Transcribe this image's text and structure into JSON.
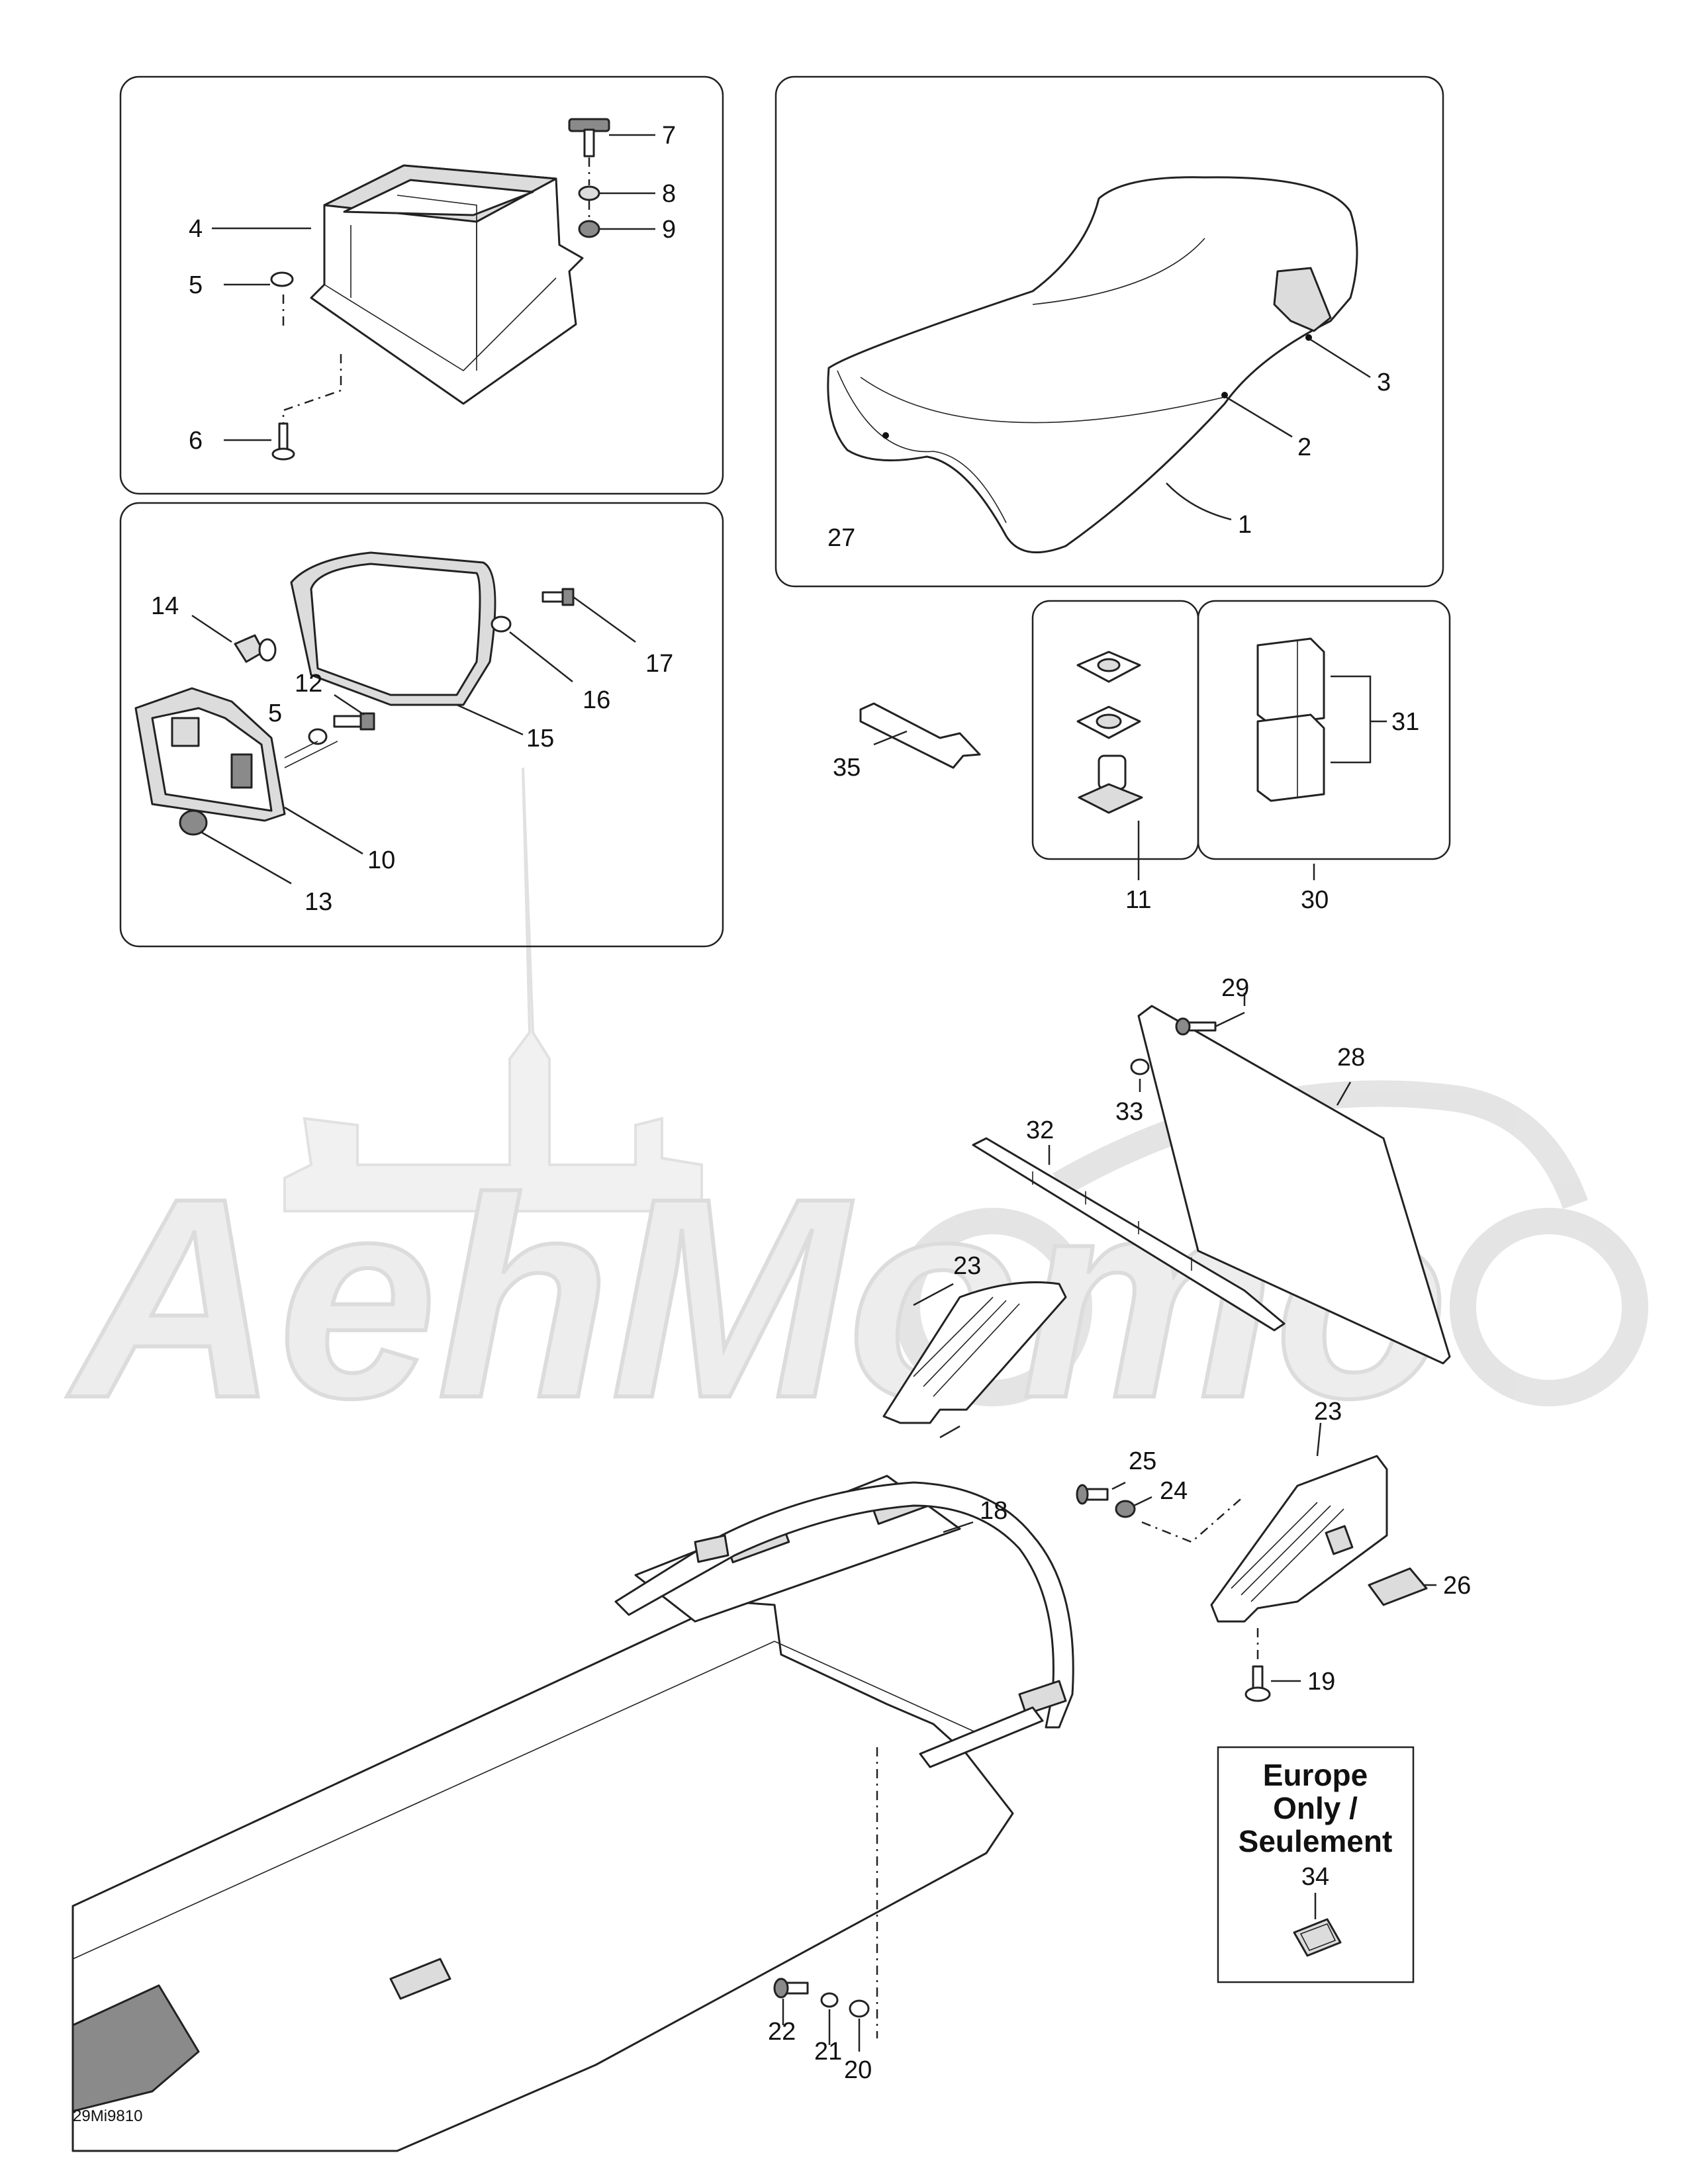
{
  "diagram": {
    "callouts": [
      "1",
      "2",
      "3",
      "4",
      "5",
      "6",
      "7",
      "8",
      "9",
      "10",
      "11",
      "12",
      "13",
      "14",
      "15",
      "16",
      "17",
      "18",
      "19",
      "20",
      "21",
      "22",
      "23",
      "24",
      "25",
      "26",
      "27",
      "28",
      "29",
      "30",
      "31",
      "32",
      "33",
      "34",
      "35"
    ],
    "note": {
      "line1": "Europe",
      "line2": "Only /",
      "line3": "Seulement",
      "part": "34"
    },
    "drawing_code": "29Mi9810",
    "watermark": "AehMomo"
  }
}
